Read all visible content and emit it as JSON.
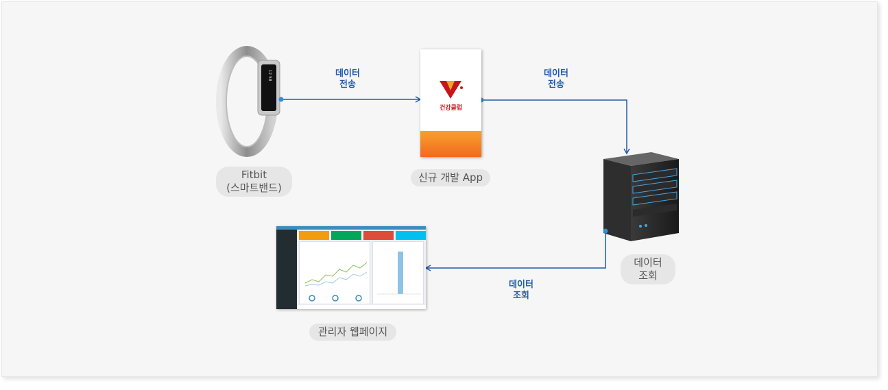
{
  "nodes": {
    "fitbit": {
      "line1": "Fitbit",
      "line2": "(스마트밴드)"
    },
    "app": {
      "label": "신규 개발 App",
      "logo_text": "건강클럽"
    },
    "server": {
      "line1": "데이터",
      "line2": "조회"
    },
    "admin": {
      "label": "관리자 웹페이지"
    }
  },
  "edges": {
    "fitbit_to_app": {
      "line1": "데이터",
      "line2": "전송"
    },
    "app_to_server": {
      "line1": "데이터",
      "line2": "전송"
    },
    "server_to_admin": {
      "line1": "데이터",
      "line2": "조회"
    }
  },
  "colors": {
    "arrow": "#1f5aa8",
    "label_text": "#1f5aa8",
    "pill_bg": "#e6e6e6",
    "canvas_bg": "#f6f6f6"
  }
}
